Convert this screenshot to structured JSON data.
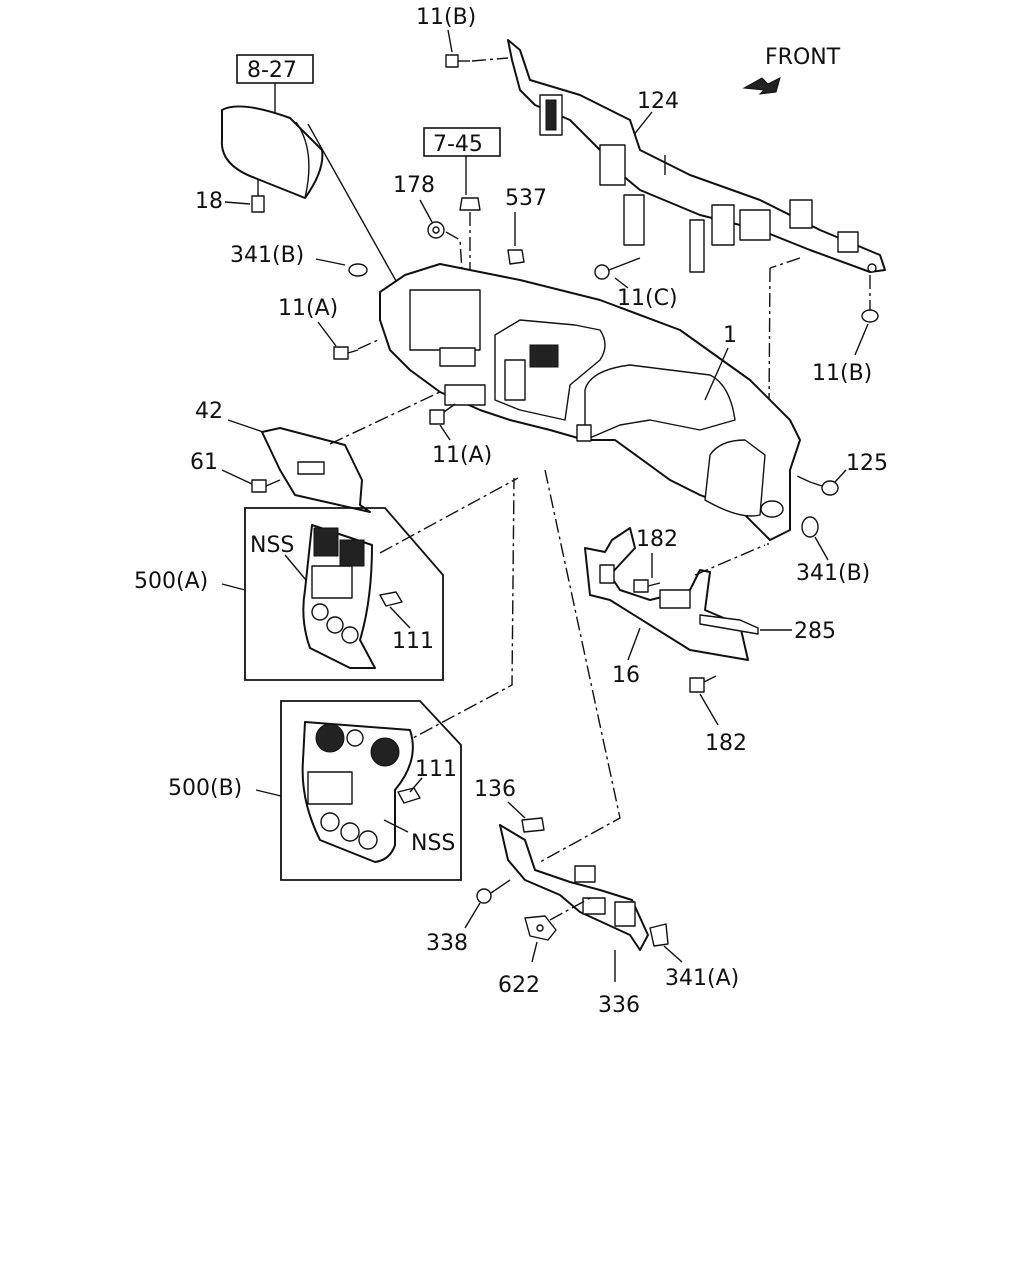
{
  "labels": {
    "front": "FRONT",
    "ref_8_27": "8-27",
    "ref_7_45": "7-45",
    "p11b_top": "11(B)",
    "p124": "124",
    "p178": "178",
    "p537": "537",
    "p18": "18",
    "p341b_left": "341(B)",
    "p11a_left": "11(A)",
    "p11c": "11(C)",
    "p11b_right": "11(B)",
    "p1": "1",
    "p42": "42",
    "p11a_mid": "11(A)",
    "p61": "61",
    "p125": "125",
    "p182_top": "182",
    "p341b_right": "341(B)",
    "p285": "285",
    "p16": "16",
    "p182_bottom": "182",
    "nss_a": "NSS",
    "p500a": "500(A)",
    "p111_a": "111",
    "p500b": "500(B)",
    "p111_b": "111",
    "nss_b": "NSS",
    "p136": "136",
    "p338": "338",
    "p622": "622",
    "p336": "336",
    "p341a": "341(A)"
  }
}
